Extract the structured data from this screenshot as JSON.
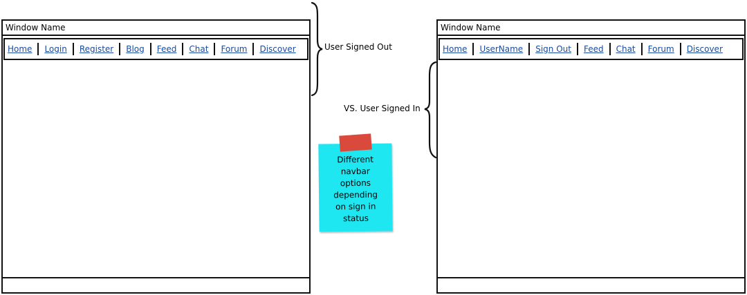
{
  "left_window": {
    "title": "Window Name",
    "nav_items": [
      "Home",
      "Login",
      "Register",
      "Blog",
      "Feed",
      "Chat",
      "Forum",
      "Discover"
    ]
  },
  "right_window": {
    "title": "Window Name",
    "nav_items": [
      "Home",
      "UserName",
      "Sign Out",
      "Feed",
      "Chat",
      "Forum",
      "Discover"
    ]
  },
  "annotations": {
    "signed_out": "User Signed Out",
    "signed_in": "VS. User Signed In"
  },
  "sticky_note": {
    "text": "Different\nnavbar\noptions\ndepending\non sign in\nstatus",
    "color": "#1ee7f2",
    "tape_color": "#d94a3c"
  },
  "colors": {
    "link": "#1a4a9c",
    "border": "#111111"
  }
}
